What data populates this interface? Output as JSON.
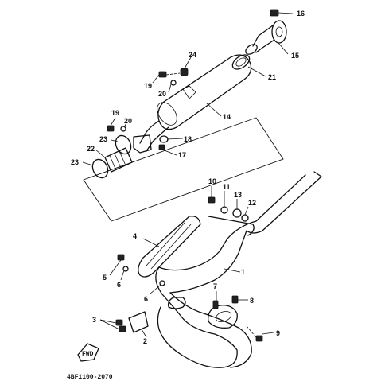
{
  "diagram": {
    "code": "4BF1100-2070",
    "front_badge": "FWD",
    "callouts": {
      "p1": "1",
      "p2": "2",
      "p3": "3",
      "p4": "4",
      "p5": "5",
      "p6a": "6",
      "p6b": "6",
      "p7": "7",
      "p8": "8",
      "p9": "9",
      "p10": "10",
      "p11": "11",
      "p12": "12",
      "p13": "13",
      "p14": "14",
      "p15": "15",
      "p16": "16",
      "p17": "17",
      "p18": "18",
      "p19a": "19",
      "p19b": "19",
      "p20a": "20",
      "p20b": "20",
      "p21": "21",
      "p22": "22",
      "p23a": "23",
      "p23b": "23",
      "p24": "24"
    }
  }
}
